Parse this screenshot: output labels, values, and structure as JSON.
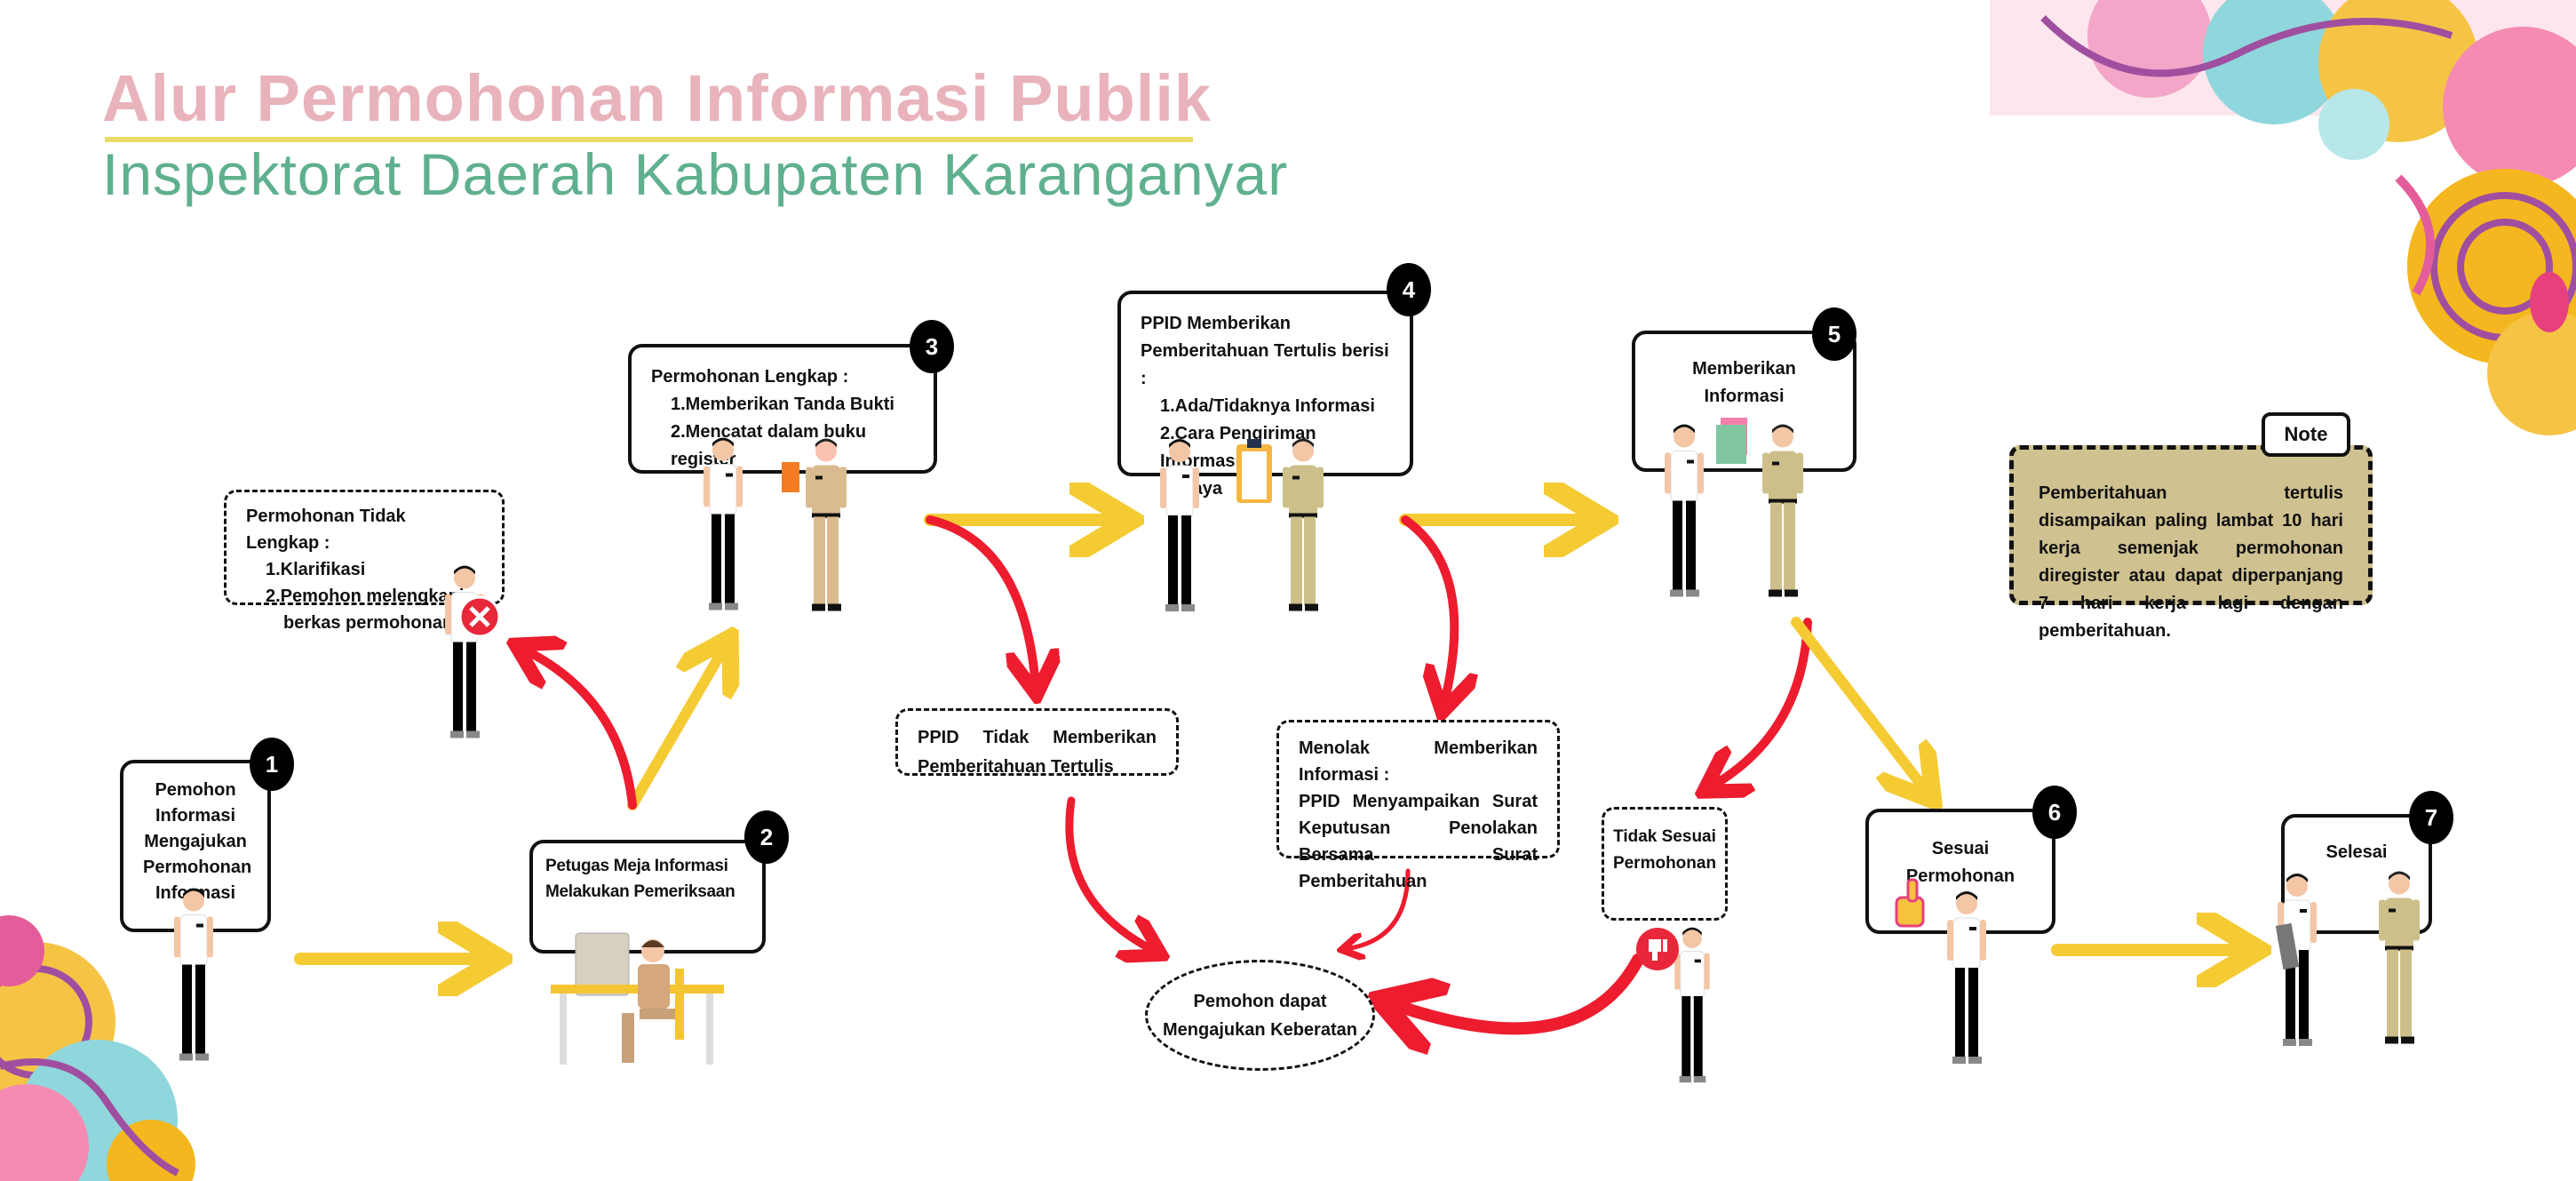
{
  "header": {
    "title": "Alur Permohonan Informasi Publik",
    "subtitle": "Inspektorat Daerah Kabupaten Karanganyar"
  },
  "steps": [
    {
      "number": "1",
      "lines": [
        "Pemohon",
        "Informasi",
        "Mengajukan",
        "Permohonan",
        "Informasi"
      ]
    },
    {
      "number": "2",
      "lines": [
        "Petugas Meja Informasi",
        "Melakukan Pemeriksaan"
      ]
    },
    {
      "number": "3",
      "title": "Permohonan Lengkap :",
      "items": [
        "1.Memberikan Tanda Bukti",
        "2.Mencatat dalam buku register"
      ]
    },
    {
      "number": "4",
      "title": "PPID Memberikan Pemberitahuan Tertulis berisi :",
      "items": [
        "1.Ada/Tidaknya Informasi",
        "2.Cara Pengiriman Informasi",
        "3.Biaya"
      ]
    },
    {
      "number": "5",
      "lines": [
        "Memberikan",
        "Informasi"
      ]
    },
    {
      "number": "6",
      "lines": [
        "Sesuai Permohonan"
      ]
    },
    {
      "number": "7",
      "lines": [
        "Selesai"
      ]
    }
  ],
  "branches": {
    "tidak_lengkap": {
      "title": "Permohonan Tidak Lengkap :",
      "items": [
        "1.Klarifikasi",
        "2.Pemohon melengkapi",
        "berkas permohonan"
      ]
    },
    "ppid_tidak": "PPID Tidak Memberikan Pemberitahuan Tertulis",
    "menolak": {
      "line1": "Menolak Memberikan Informasi :",
      "line2": "PPID Menyampaikan Surat Keputusan Penolakan Bersama Surat Pemberitahuan"
    },
    "tidak_sesuai": [
      "Tidak Sesuai",
      "Permohonan"
    ],
    "keberatan": [
      "Pemohon dapat",
      "Mengajukan Keberatan"
    ]
  },
  "note": {
    "tab": "Note",
    "text": "Pemberitahuan tertulis disampaikan paling lambat 10 hari kerja semenjak permohonan diregister atau dapat diperpanjang 7 hari kerja lagi dengan pemberitahuan."
  },
  "colors": {
    "title": "#e9b3bb",
    "subtitle": "#5fb08e",
    "arrow_yes": "#f5cb33",
    "arrow_no": "#ed1c2e",
    "note_bg": "#cfc190"
  }
}
